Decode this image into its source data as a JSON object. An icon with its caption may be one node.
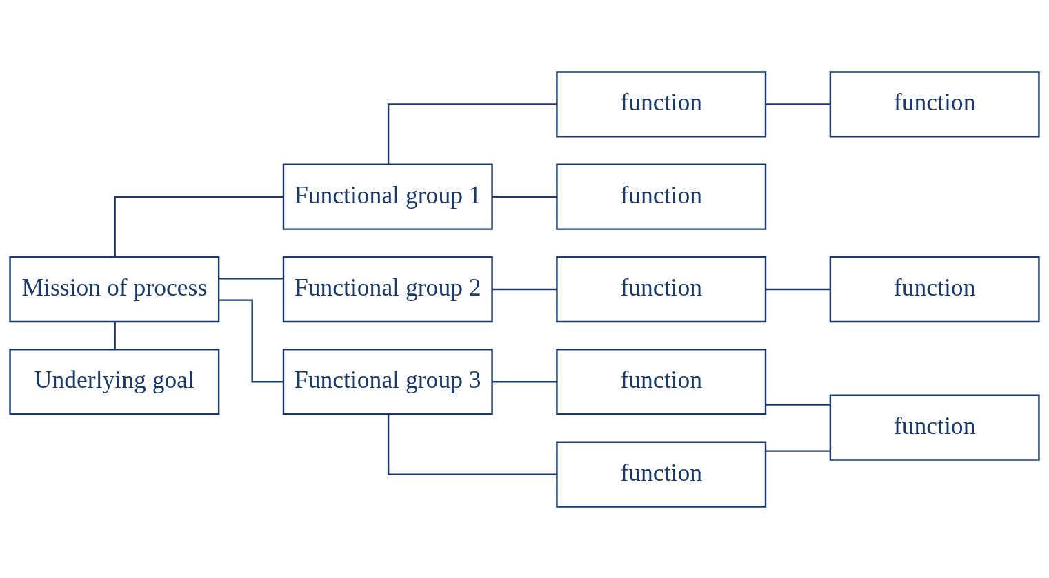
{
  "diagram": {
    "nodes": [
      {
        "text": [
          "Mission of process"
        ]
      },
      {
        "text": [
          "Underlying goal"
        ]
      },
      {
        "text": [
          "Functional group 1"
        ]
      },
      {
        "text": [
          "Functional group 2"
        ]
      },
      {
        "text": [
          "Functional group 3"
        ]
      },
      {
        "text": [
          "function"
        ]
      },
      {
        "text": [
          "function"
        ]
      },
      {
        "text": [
          "function"
        ]
      },
      {
        "text": [
          "function"
        ]
      },
      {
        "text": [
          "function"
        ]
      },
      {
        "text": [
          "function"
        ]
      },
      {
        "text": [
          "function"
        ]
      },
      {
        "text": [
          "function"
        ]
      }
    ],
    "edges": [
      {
        "from": 0,
        "to": 1,
        "arrow": "none"
      },
      {
        "from": 0,
        "to": 2,
        "arrow": "none"
      },
      {
        "from": 0,
        "to": 3,
        "arrow": "none"
      },
      {
        "from": 0,
        "to": 4,
        "arrow": "none"
      },
      {
        "from": 2,
        "to": 5,
        "arrow": "none"
      },
      {
        "from": 2,
        "to": 6,
        "arrow": "none"
      },
      {
        "from": 5,
        "to": 7,
        "arrow": "none"
      },
      {
        "from": 3,
        "to": 8,
        "arrow": "none"
      },
      {
        "from": 8,
        "to": 9,
        "arrow": "none"
      },
      {
        "from": 4,
        "to": 10,
        "arrow": "none"
      },
      {
        "from": 4,
        "to": 11,
        "arrow": "none"
      },
      {
        "from": 10,
        "to": 12,
        "arrow": "none"
      },
      {
        "from": 11,
        "to": 12,
        "arrow": "none"
      }
    ]
  }
}
